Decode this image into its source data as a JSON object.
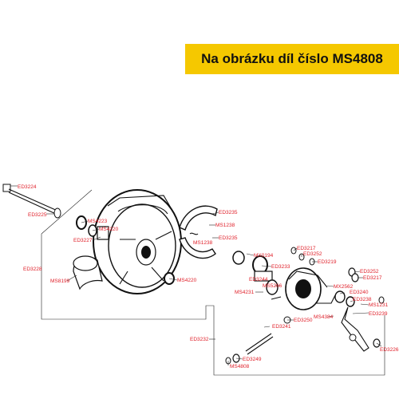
{
  "banner": {
    "text": "Na obrázku díl číslo MS4808"
  },
  "parts": {
    "ED3224": "ED3224",
    "ED3225": "ED3225",
    "MS4223": "MS4223",
    "MS4220a": "MS4220",
    "ED3227": "ED3227",
    "ED3228": "ED3228",
    "MS8199": "MS8199",
    "MS4220b": "MS4220",
    "ED3235a": "ED3235",
    "MS1238a": "MS1238",
    "MS1238b": "MS1238",
    "ED3235b": "ED3235",
    "ED3217a": "ED3217",
    "ED3252a": "ED3252",
    "ED3219": "ED3219",
    "MX0194": "MX0194",
    "ED3233": "ED3233",
    "ED3244": "ED3244",
    "MS5266": "MS5266",
    "MS4231": "MS4231",
    "ED3252b": "ED3252",
    "ED3217b": "ED3217",
    "MX2562": "MX2562",
    "ED3240": "ED3240",
    "ED3238": "ED3238",
    "MS1231": "MS1231",
    "MS4384": "MS4384",
    "ED3239": "ED3239",
    "ED3250": "ED3250",
    "ED3241": "ED3241",
    "ED3232": "ED3232",
    "ED3249": "ED3249",
    "MS4808": "MS4808",
    "ED3226": "ED3226"
  }
}
